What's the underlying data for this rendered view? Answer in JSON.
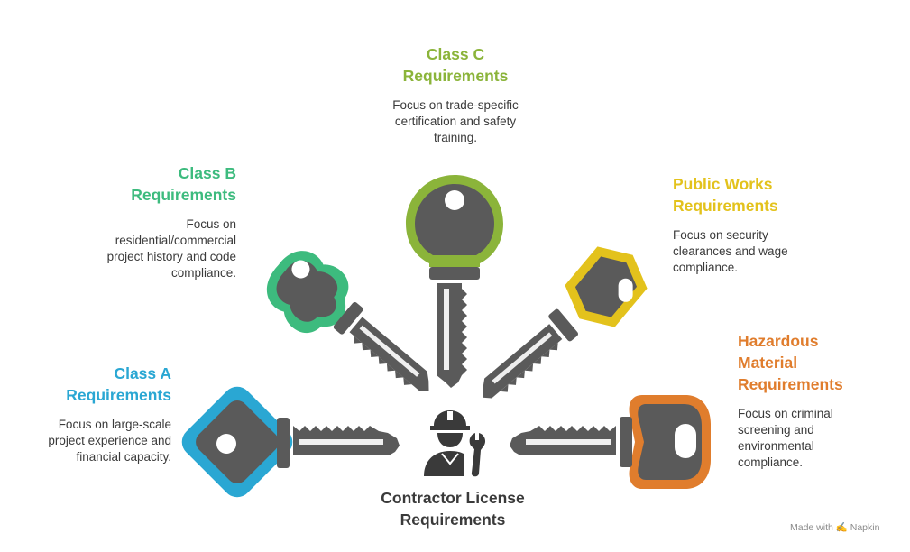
{
  "center": {
    "title": "Contractor License Requirements"
  },
  "items": [
    {
      "id": "class-c",
      "title": "Class C Requirements",
      "description": "Focus on trade-specific certification and safety training.",
      "color": "#8bb43a"
    },
    {
      "id": "class-b",
      "title": "Class B Requirements",
      "description": "Focus on residential/commercial project history and code compliance.",
      "color": "#3dbb7e"
    },
    {
      "id": "public-works",
      "title": "Public Works Requirements",
      "description": "Focus on security clearances and wage compliance.",
      "color": "#e3c21c"
    },
    {
      "id": "class-a",
      "title": "Class A Requirements",
      "description": "Focus on large-scale project experience and financial capacity.",
      "color": "#2aa7d3"
    },
    {
      "id": "hazardous",
      "title": "Hazardous Material Requirements",
      "description": "Focus on criminal screening and environmental compliance.",
      "color": "#e07d2d"
    }
  ],
  "footer": {
    "text": "Made with ✍ Napkin"
  },
  "icons": {
    "center": "contractor-worker-icon"
  },
  "colors": {
    "key_body": "#5a5a5a",
    "text": "#3a3a3a"
  }
}
